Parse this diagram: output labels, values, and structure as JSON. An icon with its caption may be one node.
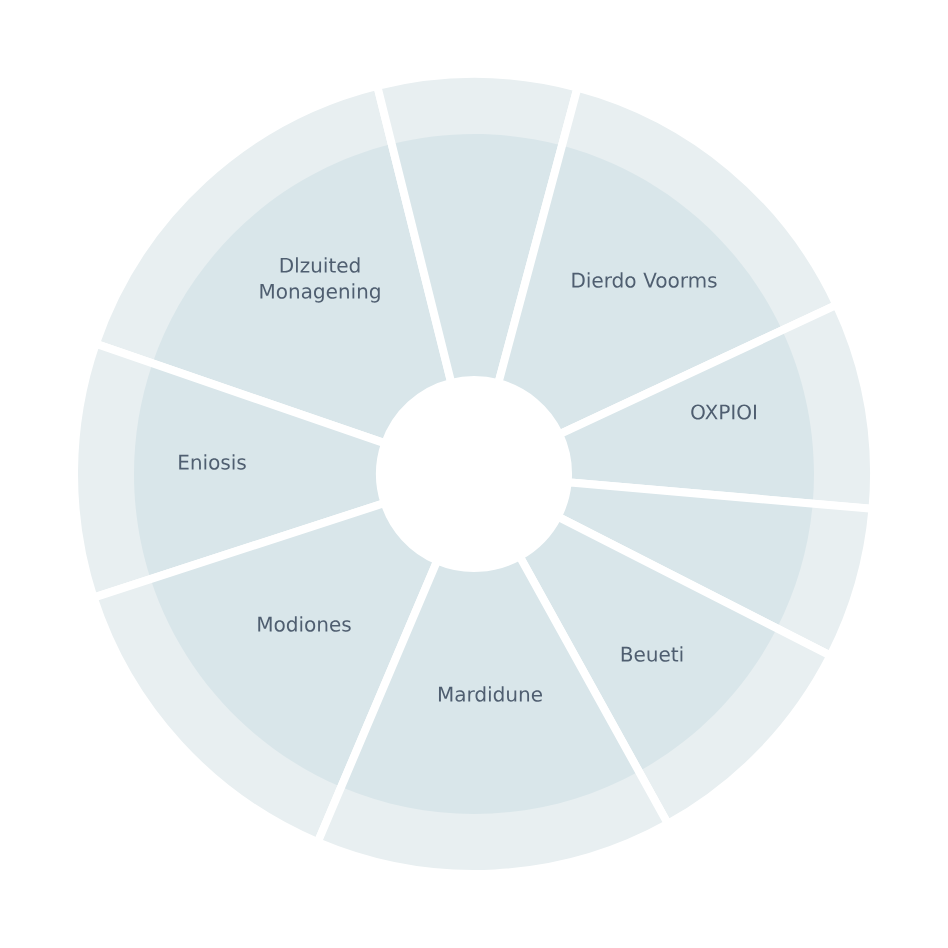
{
  "diagram": {
    "nodes": [
      {
        "text": [
          "Dlzuited Monagening"
        ]
      },
      {
        "text": [],
        "shape": "sector"
      },
      {
        "text": [
          "Dierdo Voorms"
        ]
      },
      {
        "text": [
          "Eniosis"
        ]
      },
      {
        "text": [
          "OXPIOI"
        ]
      },
      {
        "text": [],
        "shape": "sector"
      },
      {
        "text": [
          "Modiones"
        ]
      },
      {
        "text": [
          "Beueti"
        ]
      },
      {
        "text": [
          "Mardidune"
        ]
      }
    ]
  }
}
